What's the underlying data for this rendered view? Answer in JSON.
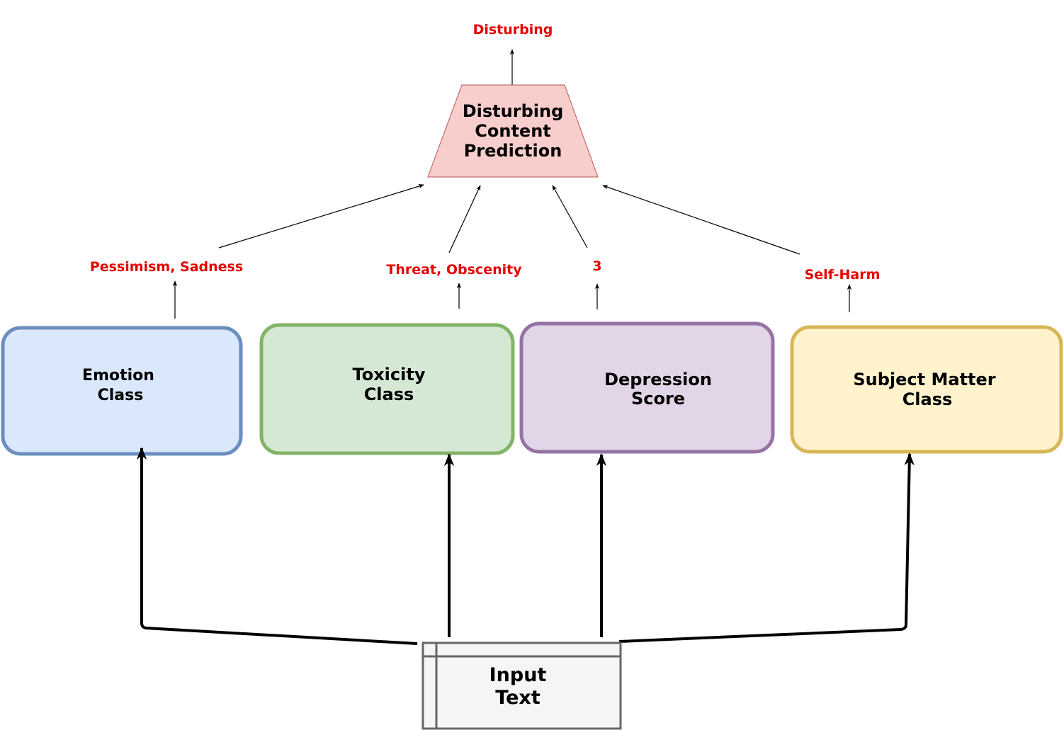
{
  "colors": {
    "label_red": "#e60000",
    "emotion_fill": "#dae8fc",
    "emotion_stroke": "#6c8ebf",
    "toxicity_fill": "#d5e8d4",
    "toxicity_stroke": "#82b366",
    "depression_fill": "#e1d5e7",
    "depression_stroke": "#9673a6",
    "subject_fill": "#fff2cc",
    "subject_stroke": "#d6b656",
    "prediction_fill": "#f8cecc",
    "prediction_stroke": "#b85450",
    "input_fill": "#f5f5f5",
    "input_stroke": "#666666"
  },
  "prediction": {
    "line1": "Disturbing",
    "line2": "Content",
    "line3": "Prediction"
  },
  "final_output": "Disturbing",
  "classifiers": {
    "emotion": {
      "line1": "Emotion",
      "line2": "Class",
      "output": "Pessimism, Sadness"
    },
    "toxicity": {
      "line1": "Toxicity",
      "line2": "Class",
      "output": "Threat, Obscenity"
    },
    "depression": {
      "line1": "Depression",
      "line2": "Score",
      "output": "3"
    },
    "subject": {
      "line1": "Subject Matter",
      "line2": "Class",
      "output": "Self-Harm"
    }
  },
  "input": {
    "line1": "Input",
    "line2": "Text"
  }
}
